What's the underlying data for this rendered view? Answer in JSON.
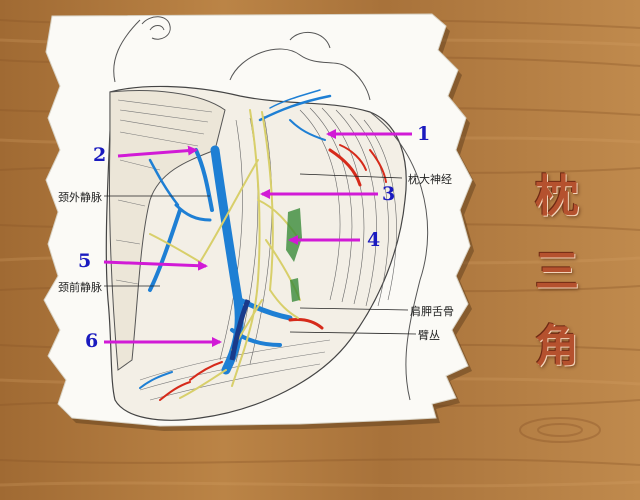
{
  "title_chars": [
    "枕",
    "三",
    "角"
  ],
  "numbers": [
    "1",
    "2",
    "3",
    "4",
    "5",
    "6"
  ],
  "labels": {
    "external_jugular_vein": "颈外静脉",
    "anterior_jugular_vein": "颈前静脉",
    "greater_occipital": "枕大神经",
    "omohyoid": "肩胛舌骨",
    "brachial_plexus": "臂丛"
  },
  "colors": {
    "arrow": "#d11ad6",
    "number": "#1a1abf",
    "title": "#b5512e",
    "vein": "#1e7fd4",
    "artery": "#d62a1a",
    "nerve": "#e8e29a",
    "muscle_line": "#555555",
    "wood": "#b07a3e"
  },
  "illustration": {
    "subject": "anatomical drawing of the occipital triangle of the neck on torn paper",
    "background": "wood-texture"
  }
}
